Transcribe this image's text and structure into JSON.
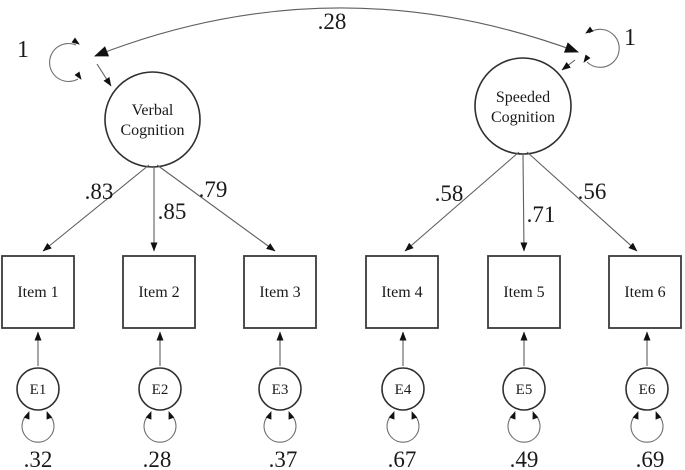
{
  "diagram": {
    "correlation_label": ".28",
    "left_variance_label": "1",
    "right_variance_label": "1",
    "latents": [
      {
        "line1": "Verbal",
        "line2": "Cognition"
      },
      {
        "line1": "Speeded",
        "line2": "Cognition"
      }
    ],
    "loadings": [
      {
        "value": ".83"
      },
      {
        "value": ".85"
      },
      {
        "value": ".79"
      },
      {
        "value": ".58"
      },
      {
        "value": ".71"
      },
      {
        "value": ".56"
      }
    ],
    "items": [
      {
        "label": "Item 1"
      },
      {
        "label": "Item 2"
      },
      {
        "label": "Item 3"
      },
      {
        "label": "Item 4"
      },
      {
        "label": "Item 5"
      },
      {
        "label": "Item 6"
      }
    ],
    "errors": [
      {
        "label": "E1",
        "variance": ".32"
      },
      {
        "label": "E2",
        "variance": ".28"
      },
      {
        "label": "E3",
        "variance": ".37"
      },
      {
        "label": "E4",
        "variance": ".67"
      },
      {
        "label": "E5",
        "variance": ".49"
      },
      {
        "label": "E6",
        "variance": ".69"
      }
    ],
    "colors": {
      "ink": "#1a1a1a",
      "line": "#5f5f5f",
      "background": "#ffffff"
    }
  }
}
